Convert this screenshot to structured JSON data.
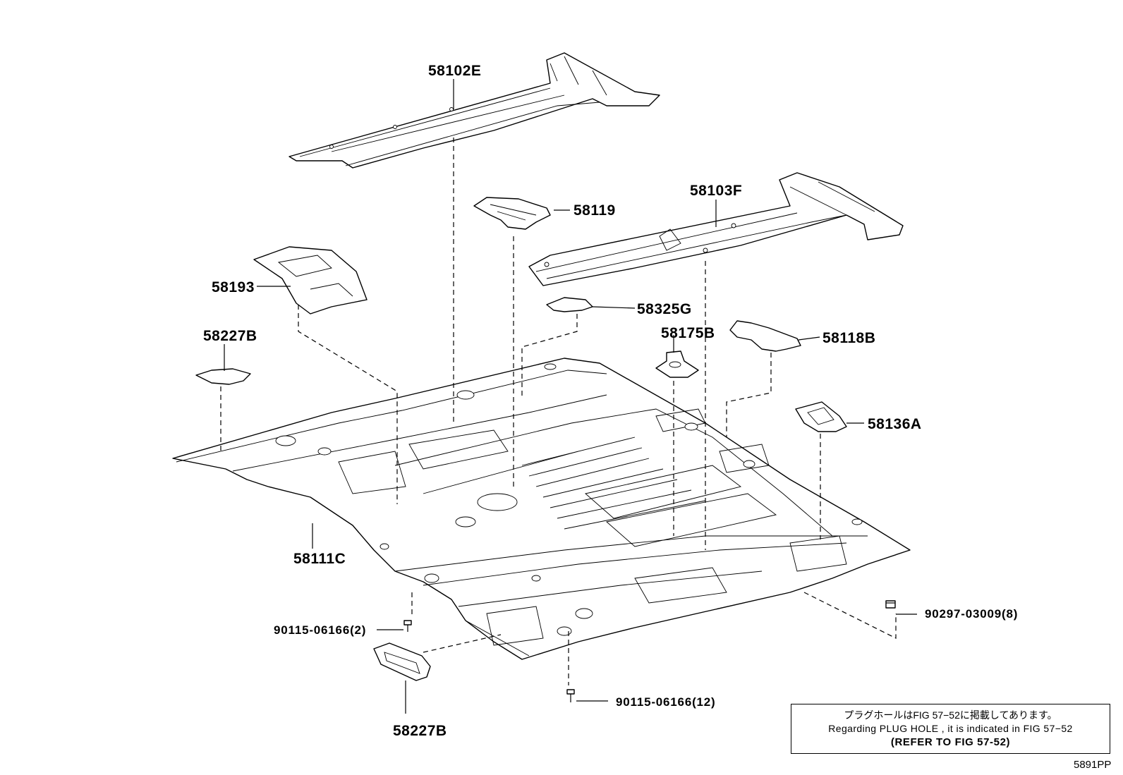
{
  "parts": {
    "p58102E": "58102E",
    "p58119": "58119",
    "p58103F": "58103F",
    "p58193": "58193",
    "p58325G": "58325G",
    "p58175B": "58175B",
    "p58118B": "58118B",
    "p58227B_top": "58227B",
    "p58136A": "58136A",
    "p58111C": "58111C",
    "p58227B_bottom": "58227B"
  },
  "fasteners": {
    "f_90115_2": "90115-06166(2)",
    "f_90115_12": "90115-06166(12)",
    "f_90297_8": "90297-03009(8)"
  },
  "note": {
    "line1": "プラグホールはFIG 57−52に掲載してあります。",
    "line2": "Regarding  PLUG  HOLE , it is indicated in  FIG  57−52",
    "line3": "(REFER TO FIG 57-52)"
  },
  "figure_code": "5891PP"
}
